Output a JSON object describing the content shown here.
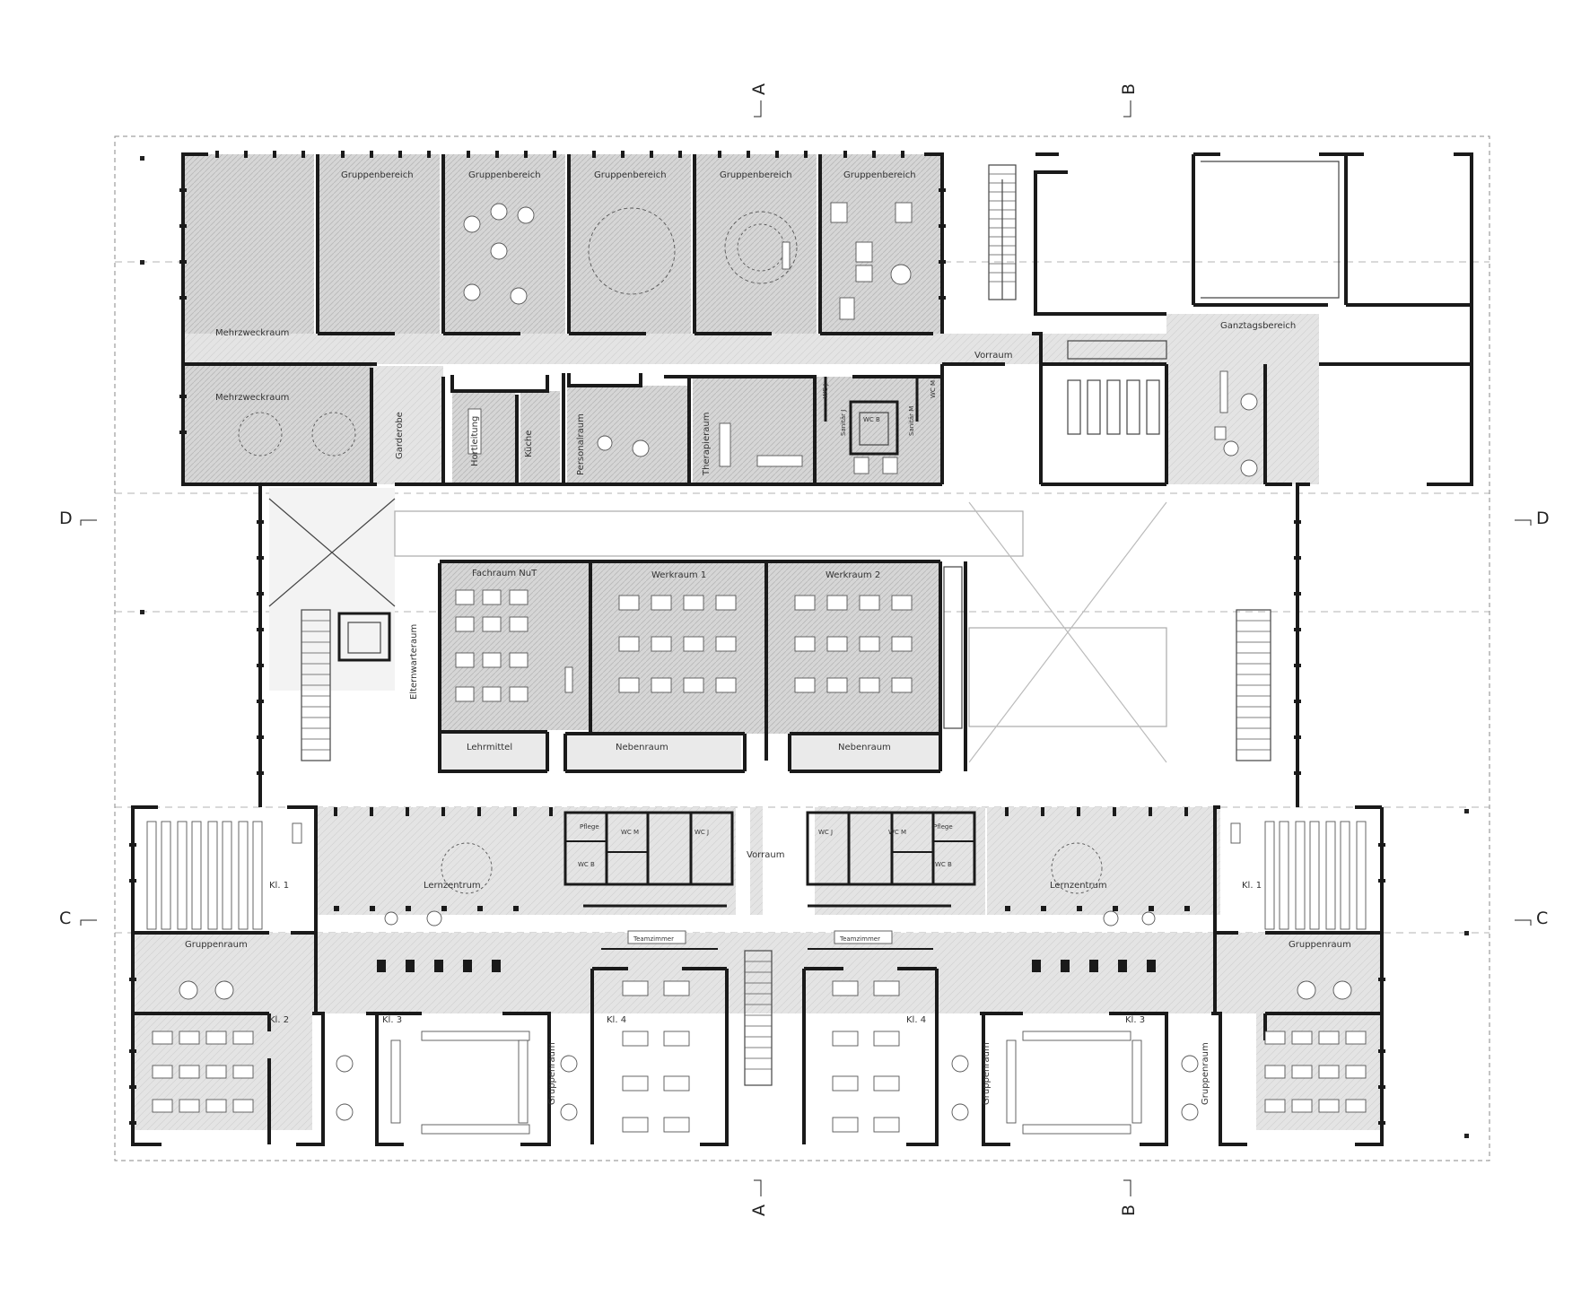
{
  "sections": {
    "a": "A",
    "b": "B",
    "c": "C",
    "d": "D"
  },
  "rooms": {
    "mehrzweckraum": "Mehrzweckraum",
    "gruppenbereich": "Gruppenbereich",
    "vorraum": "Vorraum",
    "ganztagsbereich": "Ganztagsbereich",
    "garderobe": "Garderobe",
    "hortleitung": "Hortleitung",
    "kueche": "Küche",
    "personalraum": "Personalraum",
    "therapieraum": "Therapieraum",
    "sanitaer_j": "Sanitär J",
    "sanitaer_m": "Sanitär M",
    "wc_b": "WC B",
    "wc_j": "WC J",
    "wc_m": "WC M",
    "fachraum": "Fachraum NuT",
    "werkraum1": "Werkraum 1",
    "werkraum2": "Werkraum 2",
    "elternwarteraum": "Elternwarteraum",
    "lehrmittel": "Lehrmittel",
    "nebenraum": "Nebenraum",
    "pflege": "Pflege",
    "lernzentrum": "Lernzentrum",
    "teamzimmer": "Teamzimmer",
    "gruppenraum": "Gruppenraum",
    "kl1": "Kl. 1",
    "kl2": "Kl. 2",
    "kl3": "Kl. 3",
    "kl4": "Kl. 4"
  }
}
